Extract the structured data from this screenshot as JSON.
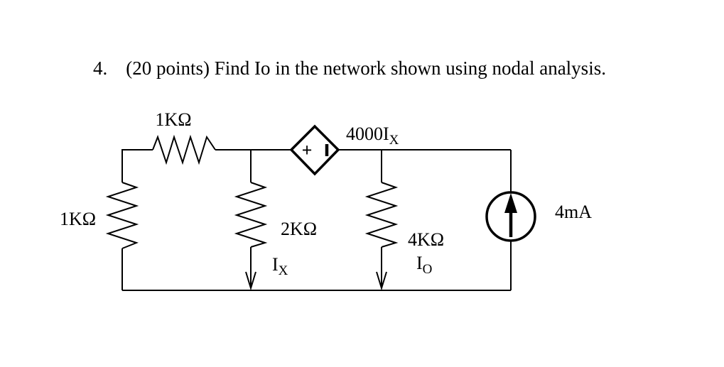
{
  "title": {
    "number": "4.",
    "text": "(20 points) Find Io in the network shown using nodal analysis."
  },
  "circuit": {
    "resistor_top": {
      "label": "1KΩ"
    },
    "resistor_left": {
      "label": "1KΩ"
    },
    "resistor_middle": {
      "label": "2KΩ"
    },
    "resistor_output": {
      "label": "4KΩ"
    },
    "current_ix": {
      "main": "I",
      "sub": "X"
    },
    "current_io": {
      "main": "I",
      "sub": "O"
    },
    "dependent_source": {
      "value_main": "4000I",
      "value_sub": "X",
      "polarity_plus": "+"
    },
    "current_source": {
      "label": "4mA"
    }
  },
  "icons": {
    "dependent_source_shape": "diamond-voltage-source",
    "minus_terminal": "vertical-bar",
    "current_source_arrow": "arrow-up",
    "ix_arrow": "arrow-down",
    "io_arrow": "arrow-down"
  },
  "colors": {
    "line": "#000000",
    "background": "#ffffff"
  }
}
